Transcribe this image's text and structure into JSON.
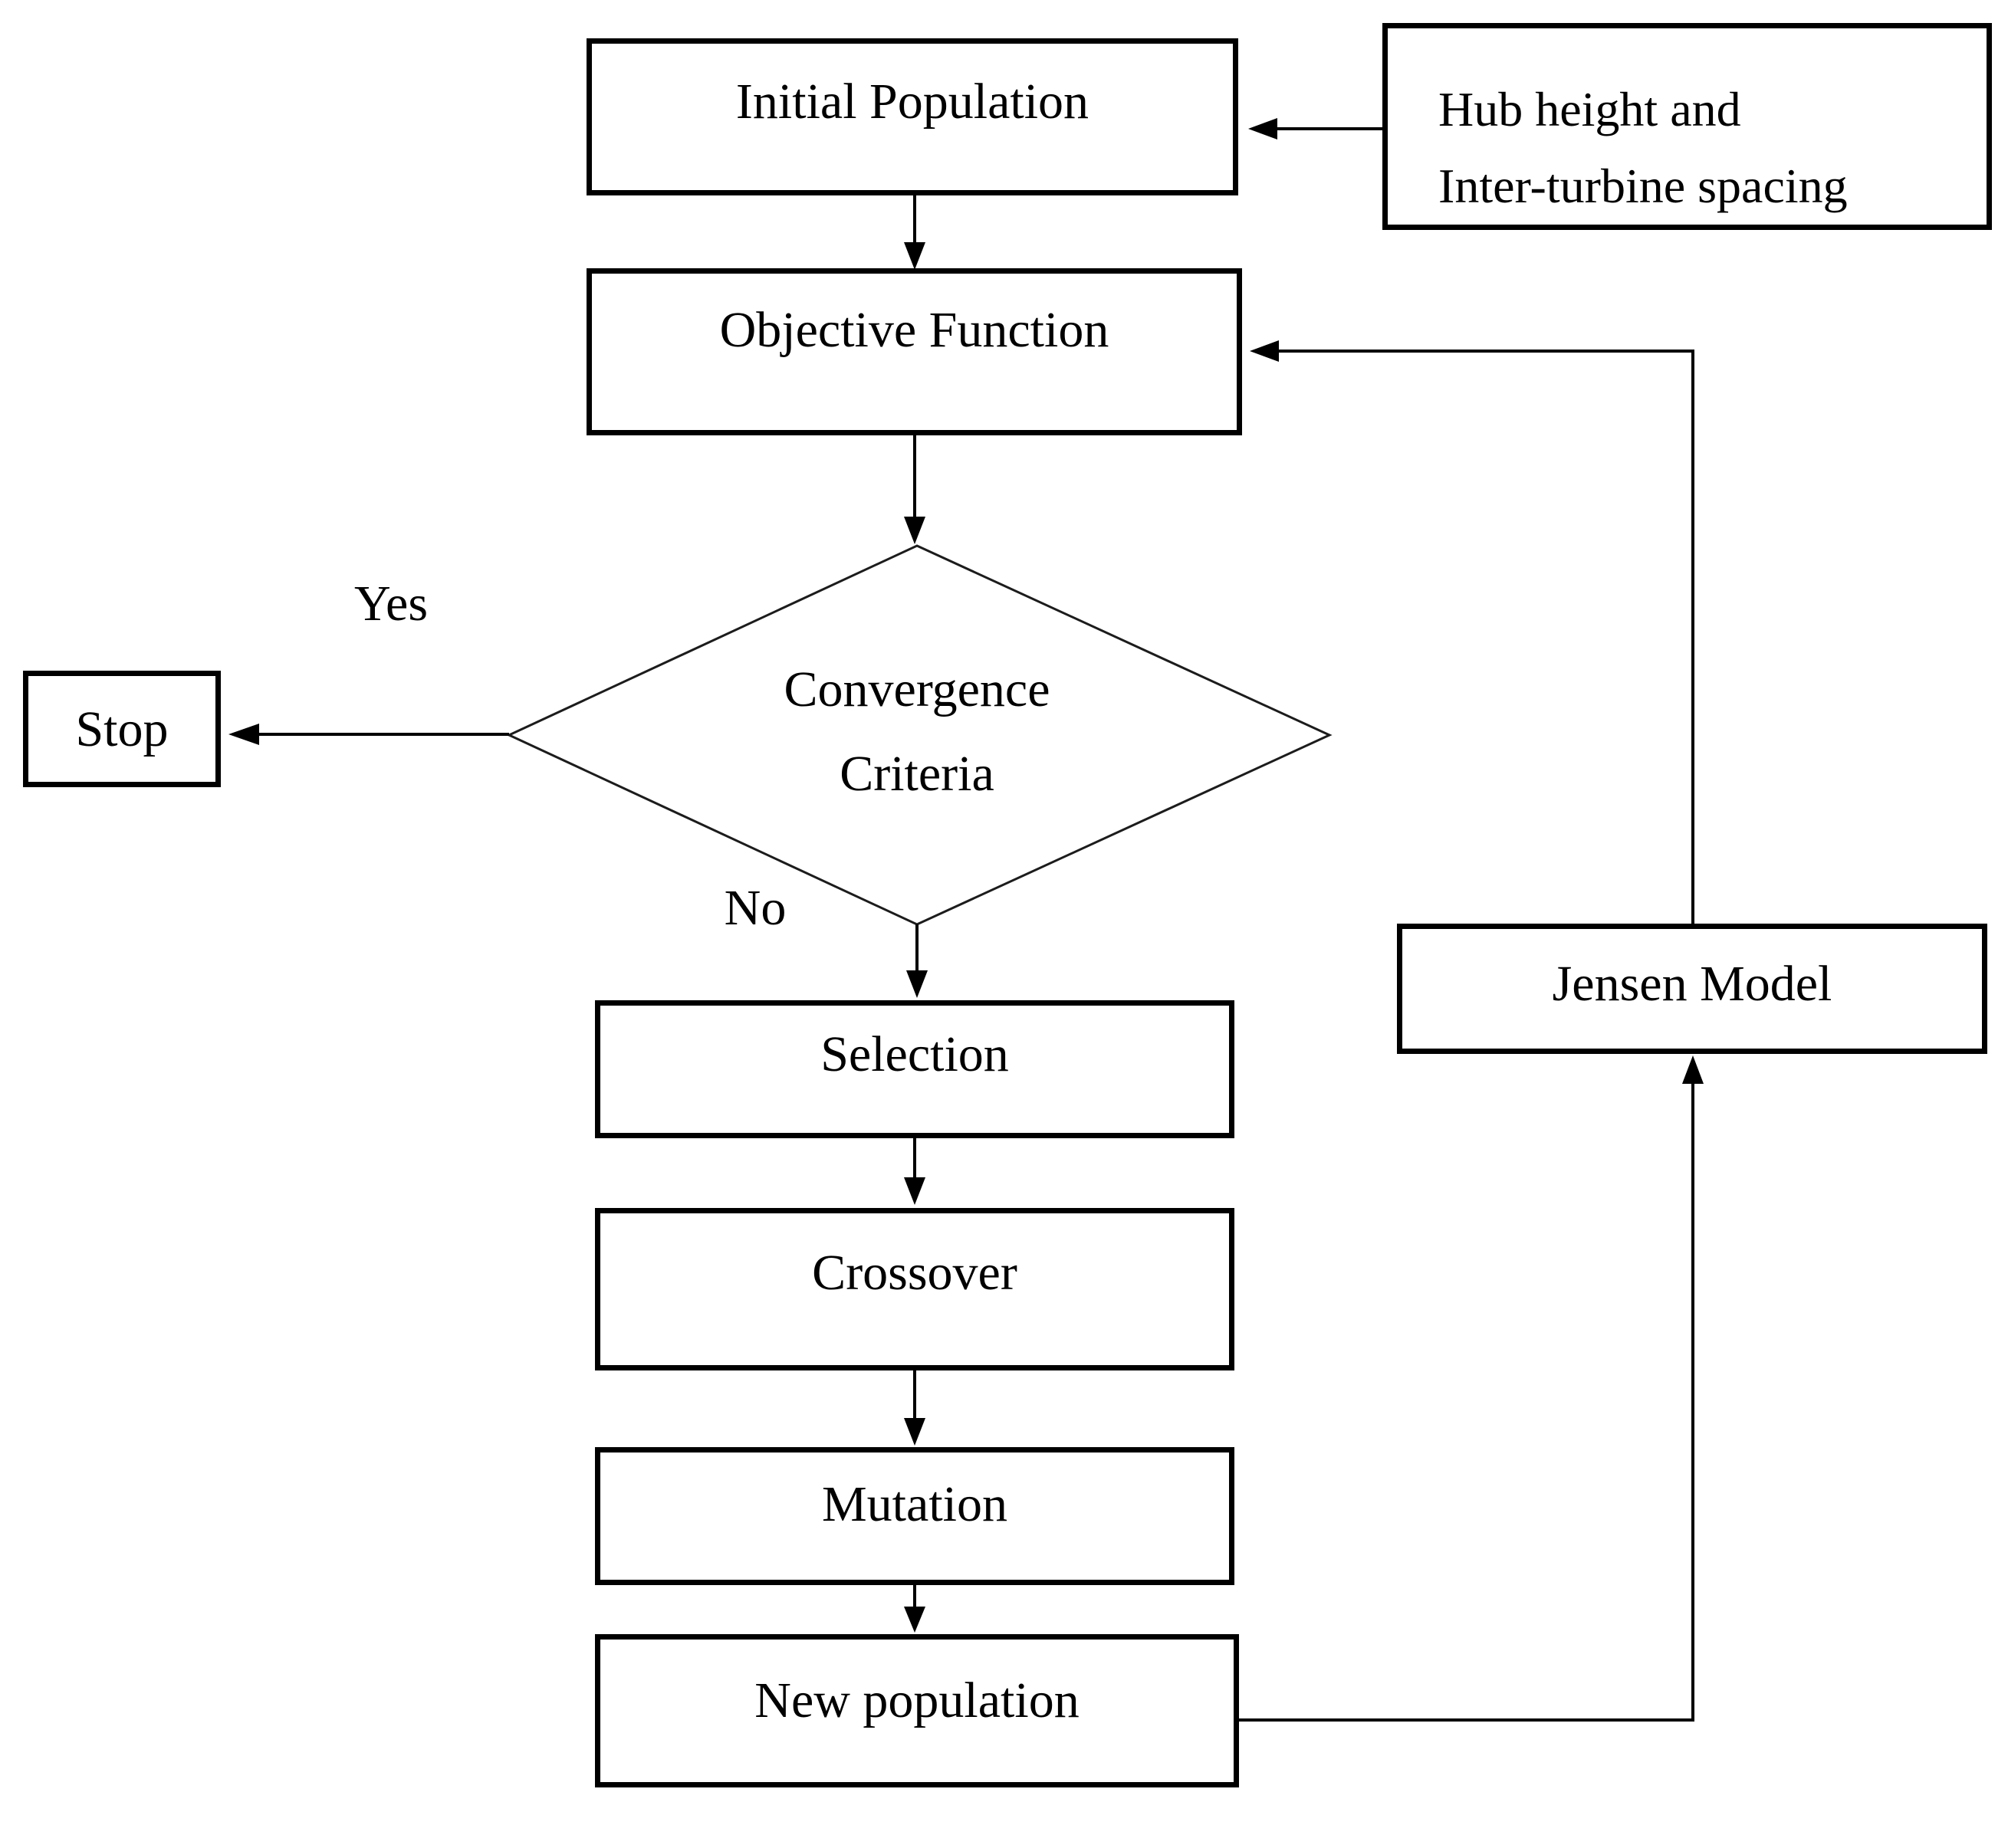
{
  "diagram": {
    "background_color": "#ffffff",
    "line_color": "#000000",
    "nodes": {
      "initial_population": {
        "label": "Initial Population"
      },
      "hub_inputs": {
        "lines": [
          "Hub height and",
          "Inter-turbine spacing"
        ]
      },
      "objective_function": {
        "label": "Objective Function"
      },
      "convergence_criteria": {
        "lines": [
          "Convergence",
          "Criteria"
        ]
      },
      "stop": {
        "label": "Stop"
      },
      "selection": {
        "label": "Selection"
      },
      "crossover": {
        "label": "Crossover"
      },
      "mutation": {
        "label": "Mutation"
      },
      "new_population": {
        "label": "New population"
      },
      "jensen_model": {
        "label": "Jensen Model"
      }
    },
    "edge_labels": {
      "yes": "Yes",
      "no": "No"
    }
  }
}
